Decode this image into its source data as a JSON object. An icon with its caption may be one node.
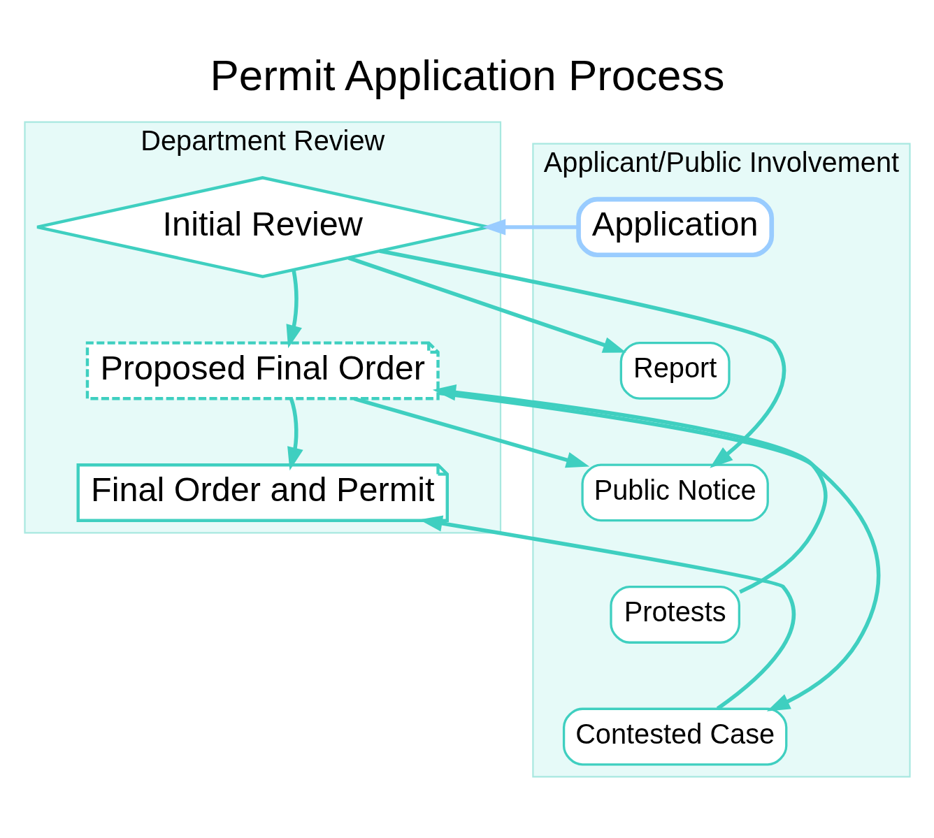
{
  "diagram": {
    "title": "Permit Application Process",
    "nodes": [
      {
        "text": [
          "Department Review"
        ]
      },
      {
        "text": [
          "Applicant/Public Involvement"
        ]
      },
      {
        "text": [
          "Initial Review"
        ],
        "in": 0
      },
      {
        "text": [
          "Proposed Final Order"
        ],
        "in": 0
      },
      {
        "text": [
          "Final Order and Permit"
        ],
        "in": 0
      },
      {
        "text": [
          "Application"
        ],
        "in": 1
      },
      {
        "text": [
          "Report"
        ],
        "in": 1
      },
      {
        "text": [
          "Public Notice"
        ],
        "in": 1
      },
      {
        "text": [
          "Protests"
        ],
        "in": 1
      },
      {
        "text": [
          "Contested Case"
        ],
        "in": 1
      }
    ],
    "edges": [
      {
        "from": 5,
        "to": 2,
        "arrow": "to",
        "color": "#99ccff"
      },
      {
        "from": 2,
        "to": 6,
        "arrow": "to"
      },
      {
        "from": 2,
        "to": 7,
        "arrow": "to"
      },
      {
        "from": 2,
        "to": 3,
        "arrow": "to"
      },
      {
        "from": 3,
        "to": 7,
        "arrow": "to"
      },
      {
        "from": 8,
        "to": 3,
        "arrow": "to"
      },
      {
        "from": 3,
        "to": 9,
        "arrow": "to"
      },
      {
        "from": 3,
        "to": 4,
        "arrow": "to"
      },
      {
        "from": 9,
        "to": 4,
        "arrow": "to"
      }
    ]
  }
}
